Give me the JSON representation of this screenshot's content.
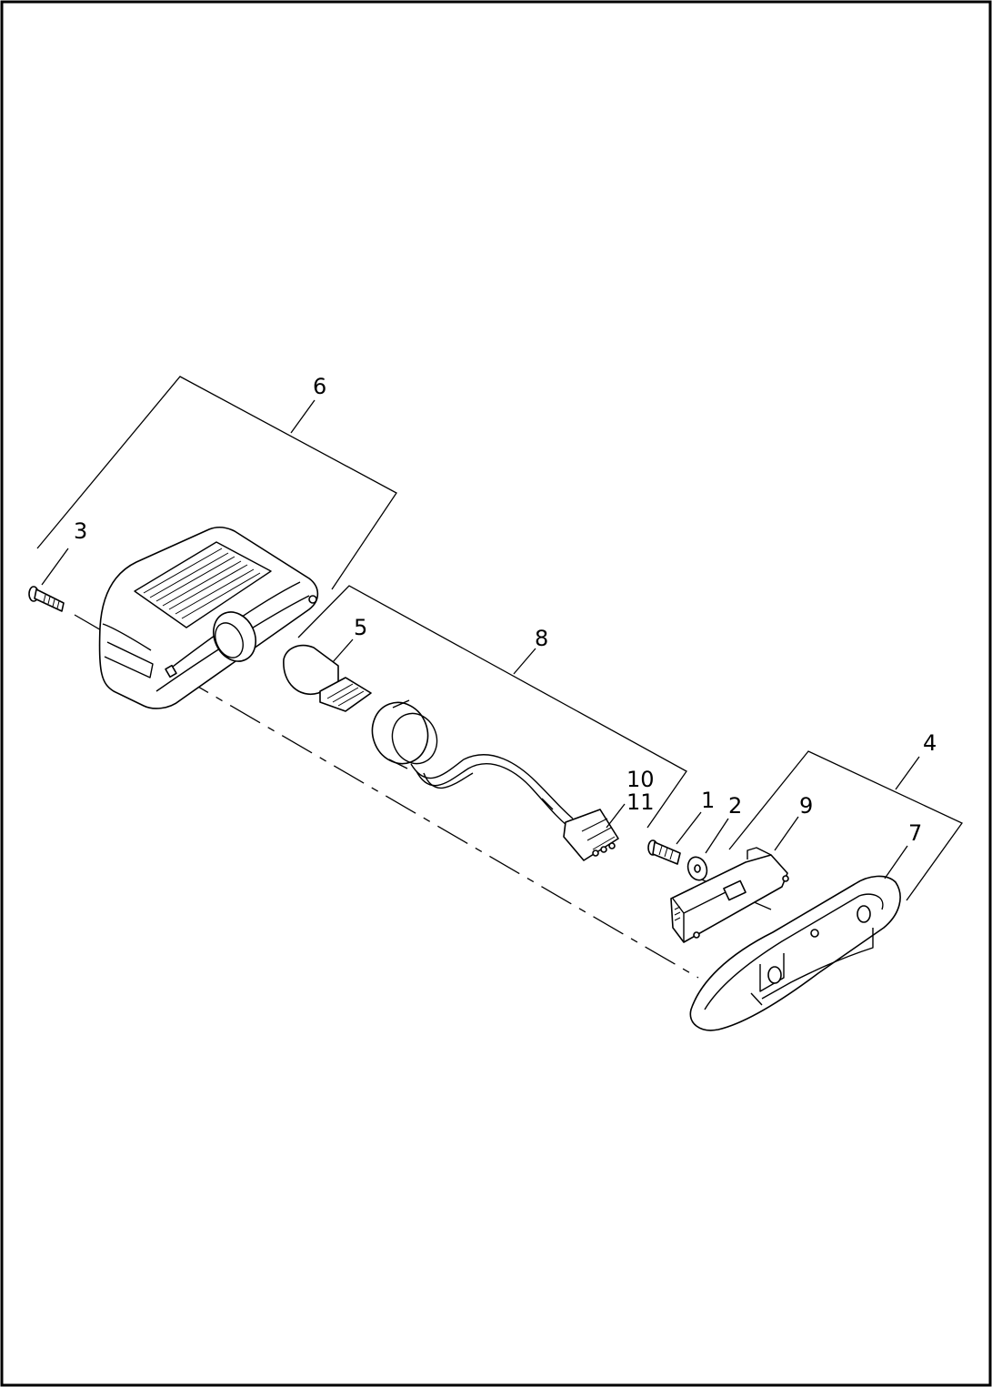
{
  "callouts": {
    "c1": "1",
    "c2": "2",
    "c3": "3",
    "c4": "4",
    "c5": "5",
    "c6": "6",
    "c7": "7",
    "c8": "8",
    "c9": "9",
    "c10": "10",
    "c11": "11"
  },
  "parts": {
    "screw": "screw",
    "washer": "washer",
    "long_screw": "screw",
    "base_assembly": "base-assembly",
    "bulb": "bulb",
    "lens_assembly": "lens-assembly",
    "base_gasket": "base",
    "socket_harness": "socket-harness",
    "circuit_board": "circuit-board"
  }
}
